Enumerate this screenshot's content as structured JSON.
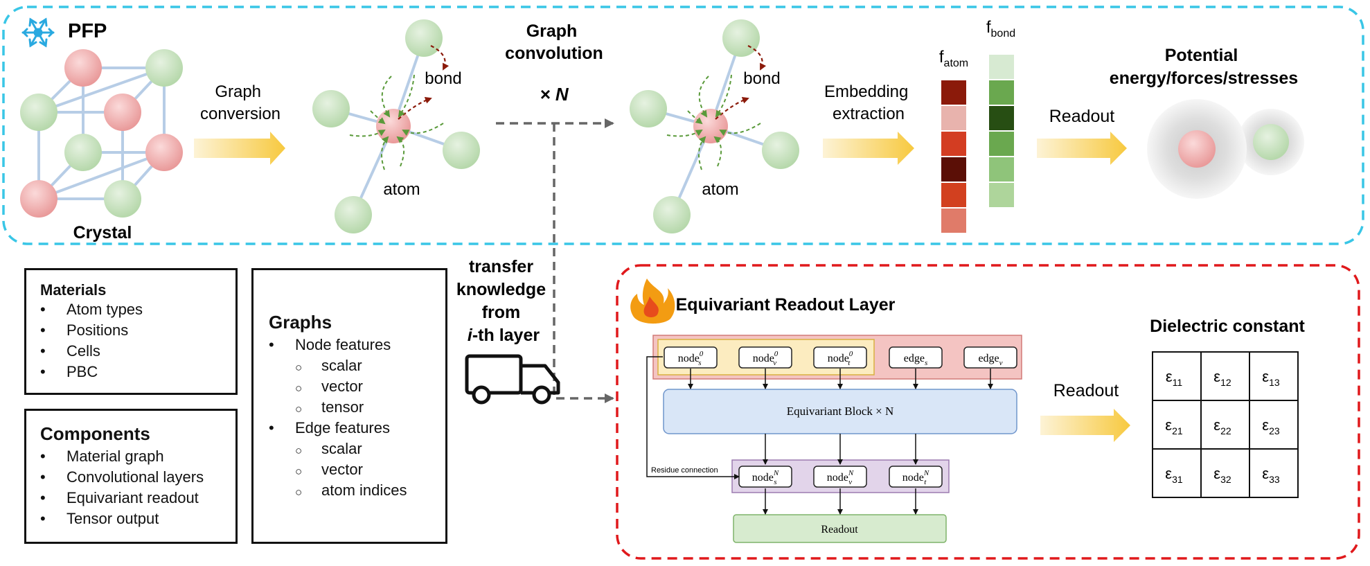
{
  "pfp": {
    "title": "PFP",
    "crystal_label": "Crystal",
    "graph_conversion": [
      "Graph",
      "conversion"
    ],
    "bond_label": "bond",
    "atom_label": "atom",
    "graph_convolution": [
      "Graph",
      "convolution"
    ],
    "times_n": "× N",
    "embedding_extraction": [
      "Embedding",
      "extraction"
    ],
    "f_atom_base": "f",
    "f_atom_sub": "atom",
    "f_bond_base": "f",
    "f_bond_sub": "bond",
    "readout": "Readout",
    "output_label": [
      "Potential",
      "energy/forces/stresses"
    ],
    "f_atom_colors": [
      "#8b1a0a",
      "#e8b3ad",
      "#d33d22",
      "#5b0f06",
      "#d2401f",
      "#e07b69"
    ],
    "f_bond_colors": [
      "#d7ead2",
      "#6aa84f",
      "#274e13",
      "#6aa84f",
      "#8fc47a",
      "#aed59b"
    ]
  },
  "transfer": {
    "lines": [
      "transfer",
      "knowledge",
      "from"
    ],
    "layer_prefix": "i",
    "layer_suffix": "-th layer"
  },
  "materials_box": {
    "title": "Materials",
    "items": [
      "Atom types",
      "Positions",
      "Cells",
      "PBC"
    ]
  },
  "components_box": {
    "title": "Components",
    "items": [
      "Material graph",
      "Convolutional layers",
      "Equivariant readout",
      "Tensor output"
    ]
  },
  "graphs_box": {
    "title": "Graphs",
    "node_features": "Node features",
    "node_sub": [
      "scalar",
      "vector",
      "tensor"
    ],
    "edge_features": "Edge features",
    "edge_sub": [
      "scalar",
      "vector",
      "atom indices"
    ]
  },
  "readout_layer": {
    "title": "Equivariant Readout Layer",
    "inputs": [
      {
        "base": "node",
        "sup": "0",
        "sub": "s"
      },
      {
        "base": "node",
        "sup": "0",
        "sub": "v"
      },
      {
        "base": "node",
        "sup": "0",
        "sub": "t"
      },
      {
        "base": "edge",
        "sup": "",
        "sub": "s"
      },
      {
        "base": "edge",
        "sup": "",
        "sub": "v"
      }
    ],
    "block_label": "Equivariant Block × N",
    "outputs": [
      {
        "base": "node",
        "sup": "N",
        "sub": "s"
      },
      {
        "base": "node",
        "sup": "N",
        "sub": "v"
      },
      {
        "base": "node",
        "sup": "N",
        "sub": "t"
      }
    ],
    "residue_label": "Residue connection",
    "readout_label": "Readout",
    "side_readout": "Readout"
  },
  "dielectric": {
    "title": "Dielectric constant",
    "symbol": "ε",
    "cells": [
      [
        "11",
        "12",
        "13"
      ],
      [
        "21",
        "22",
        "23"
      ],
      [
        "31",
        "32",
        "33"
      ]
    ]
  },
  "colors": {
    "pfp_border": "#39c6e6",
    "readout_border": "#e0191c",
    "atom_red": "#f1b6b6",
    "atom_green": "#cfe6c8",
    "bond_line": "#b7cde6",
    "arrow_dark": "#8b1a0a",
    "arrow_green": "#5a9a3a"
  },
  "icons": [
    "snowflake-icon",
    "flame-icon",
    "truck-icon"
  ]
}
